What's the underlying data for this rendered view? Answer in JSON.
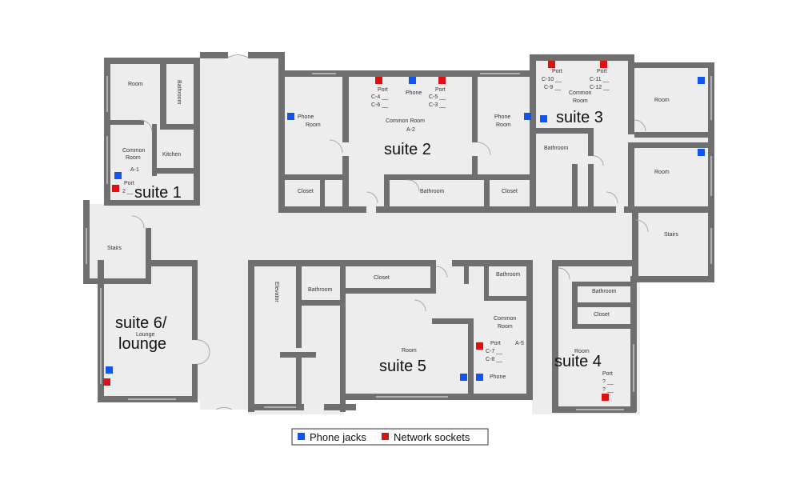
{
  "colors": {
    "phone_jack": "#1155ee",
    "network_socket": "#dd1111",
    "wall": "#6f6f6f"
  },
  "suites": {
    "suite1": "suite 1",
    "suite2": "suite 2",
    "suite3": "suite 3",
    "suite4": "suite 4",
    "suite5": "suite 5",
    "suite6_line1": "suite 6/",
    "suite6_line2": "lounge"
  },
  "rooms": {
    "room": "Room",
    "bathroom": "Bathroom",
    "kitchen": "Kitchen",
    "common_room": "Common",
    "common_room2": "Room",
    "common_room_full": "Common Room",
    "a1": "A-1",
    "a2": "A-2",
    "a5": "A-5",
    "phone": "Phone",
    "phone_room": "Room",
    "closet": "Closet",
    "stairs": "Stairs",
    "elevator": "Elevator",
    "lounge": "Lounge"
  },
  "ports": {
    "port": "Port",
    "two": "2 __",
    "c4": "C-4 __",
    "c6": "C-6 __",
    "c5": "C-5 __",
    "c3": "C-3 __",
    "c10": "C-10 __",
    "c9": "C-9 __",
    "c11": "C-11 __",
    "c12": "C-12 __",
    "c7": "C-7 __",
    "c8": "C-8 __",
    "q1": "? __",
    "q2": "? __"
  },
  "legend": {
    "phone": "Phone jacks",
    "network": "Network sockets"
  }
}
